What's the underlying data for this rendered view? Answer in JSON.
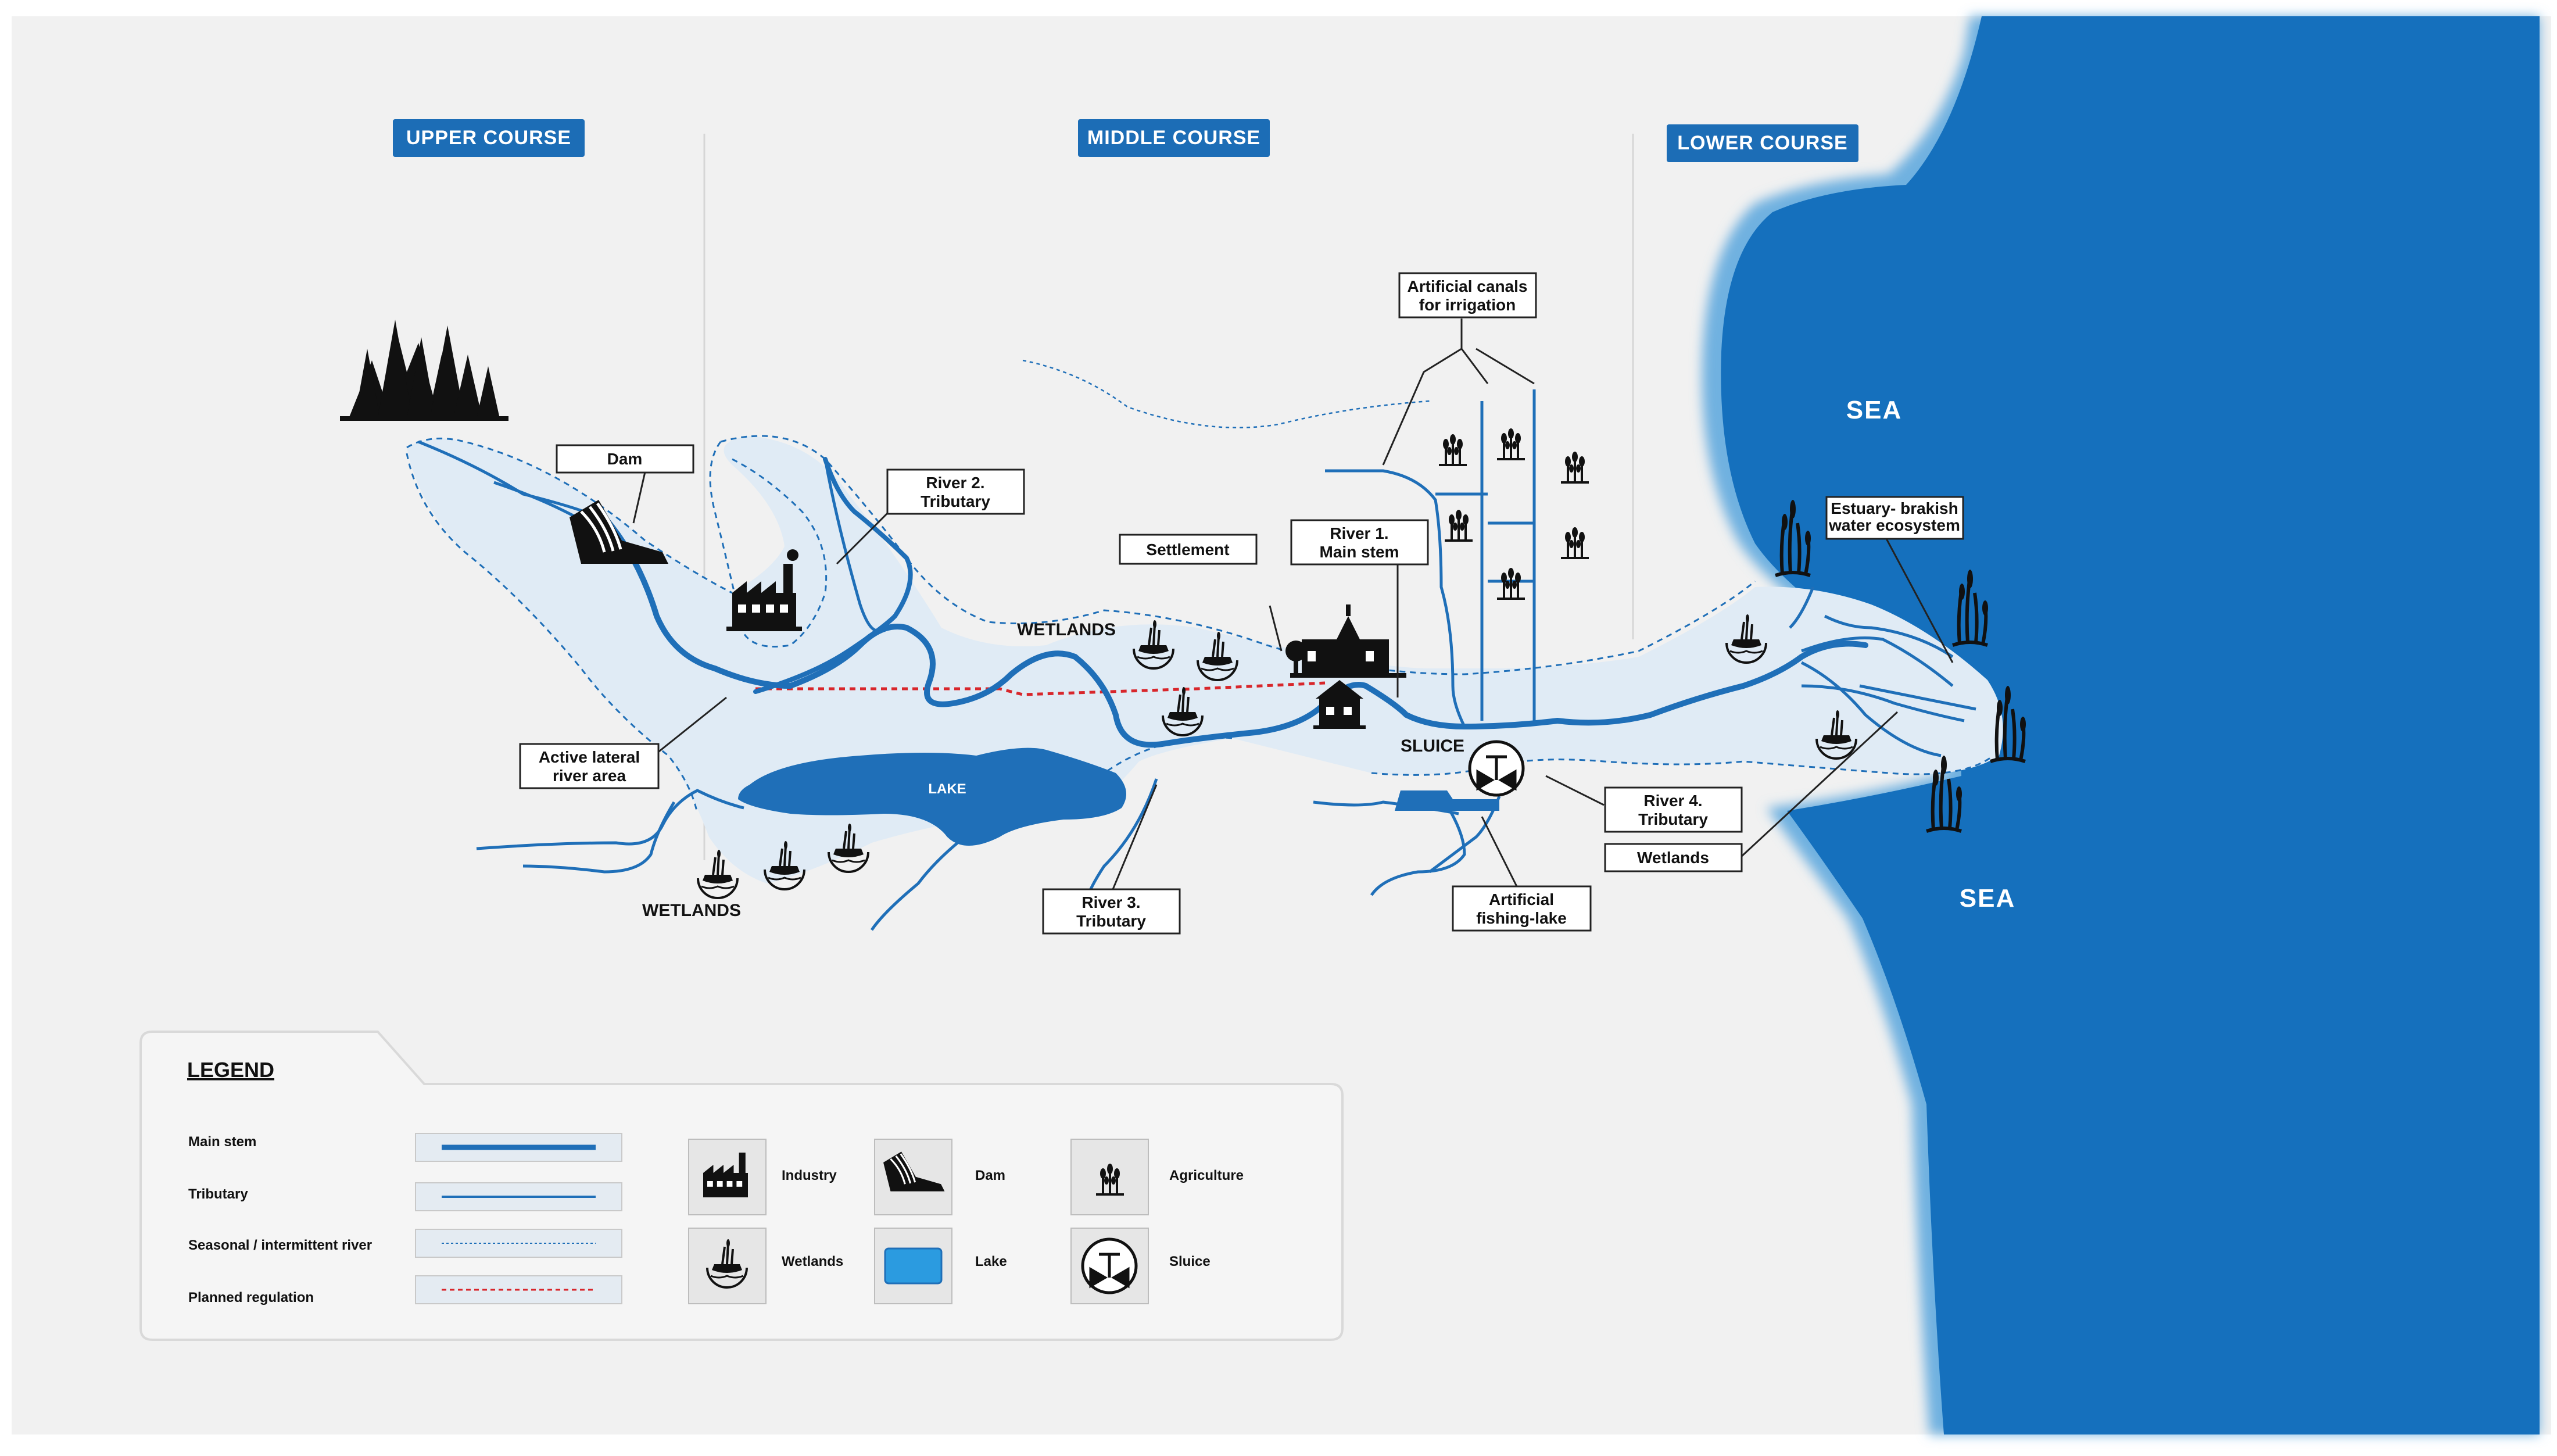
{
  "courses": {
    "upper": "UPPER COURSE",
    "middle": "MIDDLE COURSE",
    "lower": "LOWER COURSE"
  },
  "sea": {
    "top": "SEA",
    "bottom": "SEA"
  },
  "labels": {
    "dam": "Dam",
    "river2_l1": "River 2.",
    "river2_l2": "Tributary",
    "settlement": "Settlement",
    "river1_l1": "River 1.",
    "river1_l2": "Main stem",
    "canals_l1": "Artificial canals",
    "canals_l2": "for irrigation",
    "estuary_l1": "Estuary- brakish",
    "estuary_l2": "water ecosystem",
    "active_l1": "Active lateral",
    "active_l2": "river area",
    "river3_l1": "River 3.",
    "river3_l2": "Tributary",
    "river4_l1": "River 4.",
    "river4_l2": "Tributary",
    "wetlands_box": "Wetlands",
    "fishing_l1": "Artificial",
    "fishing_l2": "fishing-lake",
    "wetlands_mid": "WETLANDS",
    "wetlands_low": "WETLANDS",
    "sluice": "SLUICE",
    "lake": "LAKE"
  },
  "legend": {
    "title": "LEGEND",
    "lines": {
      "main_stem": "Main stem",
      "tributary": "Tributary",
      "seasonal": "Seasonal / intermittent river",
      "planned": "Planned regulation"
    },
    "icons": {
      "industry": "Industry",
      "dam": "Dam",
      "agriculture": "Agriculture",
      "wetlands": "Wetlands",
      "lake": "Lake",
      "sluice": "Sluice"
    }
  },
  "colors": {
    "sea": "#1570bd",
    "river": "#1f6fb8",
    "floodplain": "#e3edf6",
    "planned": "#d8262b",
    "label_bg": "#1c6db6",
    "background": "#f1f1f1"
  }
}
